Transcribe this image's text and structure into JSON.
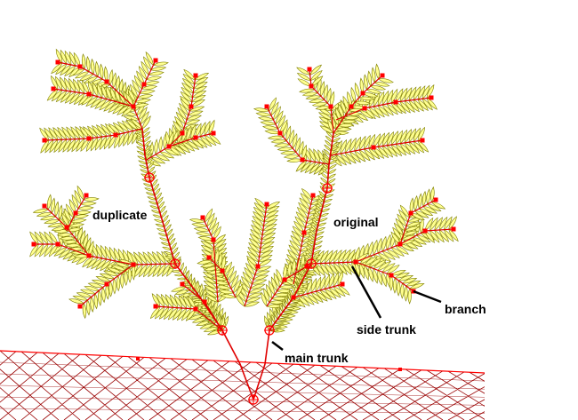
{
  "labels": {
    "duplicate": "duplicate",
    "original": "original",
    "branch": "branch",
    "side_trunk": "side trunk",
    "main_trunk": "main trunk"
  },
  "colors": {
    "branch_line": "#e00000",
    "node": "#ff0000",
    "leaf_fill": "#ffff90",
    "leaf_outline": "#808000",
    "ground_mesh": "#990000"
  }
}
